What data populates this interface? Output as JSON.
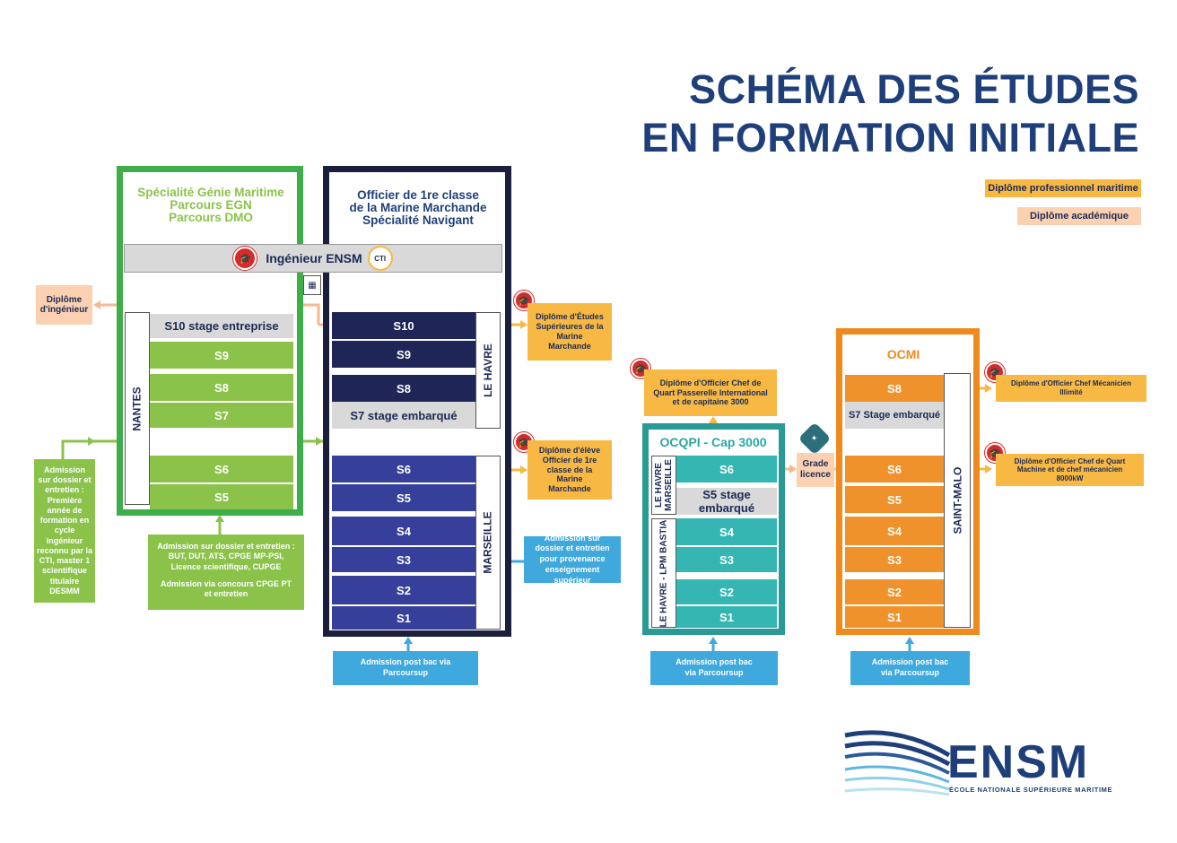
{
  "title": {
    "line1": "SCHÉMA DES ÉTUDES",
    "line2": "EN FORMATION INITIALE"
  },
  "legend": {
    "pro": "Diplôme professionnel maritime",
    "aca": "Diplôme académique"
  },
  "colors": {
    "green": "#8bc34a",
    "navy": "#1b1f3b",
    "teal": "#2aa7a3",
    "orange": "#ef8a1f",
    "pro": "#f7b944",
    "aca": "#fbd1b2",
    "admission": "#3fa9dd"
  },
  "genie": {
    "title1": "Spécialité Génie Maritime",
    "title2": "Parcours EGN",
    "title3": "Parcours DMO",
    "campus": "NANTES",
    "s10": "S10 stage entreprise",
    "s9": "S9",
    "s8": "S8",
    "s7": "S7",
    "s6": "S6",
    "s5": "S5"
  },
  "ingenieur": {
    "label": "Ingénieur ENSM",
    "cti": "CTI"
  },
  "diplome_ingenieur": {
    "line1": "Diplôme",
    "line2": "d'ingénieur"
  },
  "navigant": {
    "title1": "Officier de 1re classe",
    "title2": "de la Marine Marchande",
    "title3": "Spécialité Navigant",
    "campus_top": "LE HAVRE",
    "campus_bottom": "MARSEILLE",
    "s10": "S10",
    "s9": "S9",
    "s8": "S8",
    "s7": "S7 stage embarqué",
    "s6": "S6",
    "s5": "S5",
    "s4": "S4",
    "s3": "S3",
    "s2": "S2",
    "s1": "S1"
  },
  "dipl_etudes_sup": {
    "text": "Diplôme d'Études Supérieures de la Marine Marchande"
  },
  "dipl_eleve_officier": {
    "text": "Diplôme d'élève Officier de 1re classe de la Marine Marchande"
  },
  "admission_sup": {
    "text": "Admission sur dossier et entretien pour provenance enseignement supérieur"
  },
  "admission_left": {
    "text": "Admission sur dossier et entretien : Première année de formation en cycle ingénieur reconnu par la CTI, master 1 scientifique titulaire DESMM"
  },
  "admission_green": {
    "line1": "Admission sur dossier et entretien :",
    "line2": "BUT, DUT, ATS, CPGE MP-PSI,",
    "line3": "Licence scientifique, CUPGE",
    "line4": "Admission via concours CPGE PT",
    "line5": "et entretien"
  },
  "ocqpi": {
    "title": "OCQPI - Cap 3000",
    "campus_top": "LE HAVRE MARSEILLE",
    "campus_bottom": "LE HAVRE - LPM BASTIA",
    "s6": "S6",
    "s5": "S5 stage embarqué",
    "s4": "S4",
    "s3": "S3",
    "s2": "S2",
    "s1": "S1"
  },
  "dipl_chef_quart": {
    "text": "Diplôme d'Officier Chef de Quart Passerelle International et de capitaine 3000"
  },
  "grade_licence": {
    "line1": "Grade",
    "line2": "licence"
  },
  "ocmi": {
    "title": "OCMI",
    "campus": "SAINT-MALO",
    "s8": "S8",
    "s7": "S7 Stage embarqué",
    "s6": "S6",
    "s5": "S5",
    "s4": "S4",
    "s3": "S3",
    "s2": "S2",
    "s1": "S1"
  },
  "dipl_meca_illimite": {
    "text": "Diplôme d'Officier Chef Mécanicien Illimité"
  },
  "dipl_chef_quart_machine": {
    "text": "Diplôme d'Officier Chef de Quart Machine et de chef mécanicien 8000kW"
  },
  "admission_parcoursup": {
    "text": "Admission post bac via Parcoursup"
  },
  "logo": {
    "name": "ENSM",
    "tagline": "ÉCOLE NATIONALE SUPÉRIEURE MARITIME"
  }
}
